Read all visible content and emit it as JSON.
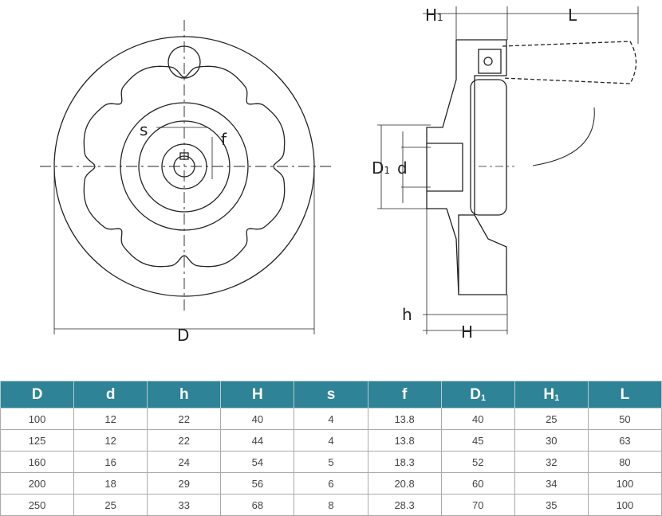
{
  "labels": {
    "D": "D",
    "s": "s",
    "f": "f",
    "H1": "H",
    "H1_sub": "1",
    "L": "L",
    "D1": "D",
    "D1_sub": "1",
    "d": "d",
    "h": "h",
    "H": "H"
  },
  "table": {
    "headers": [
      "D",
      "d",
      "h",
      "H",
      "s",
      "f",
      "D",
      "H",
      "L"
    ],
    "header_subs": [
      "",
      "",
      "",
      "",
      "",
      "",
      "1",
      "1",
      ""
    ],
    "rows": [
      [
        "100",
        "12",
        "22",
        "40",
        "4",
        "13.8",
        "40",
        "25",
        "50"
      ],
      [
        "125",
        "12",
        "22",
        "44",
        "4",
        "13.8",
        "45",
        "30",
        "63"
      ],
      [
        "160",
        "16",
        "24",
        "54",
        "5",
        "18.3",
        "52",
        "32",
        "80"
      ],
      [
        "200",
        "18",
        "29",
        "56",
        "6",
        "20.8",
        "60",
        "34",
        "100"
      ],
      [
        "250",
        "25",
        "33",
        "68",
        "8",
        "28.3",
        "70",
        "35",
        "100"
      ]
    ]
  },
  "colors": {
    "header": "#2e8396"
  }
}
